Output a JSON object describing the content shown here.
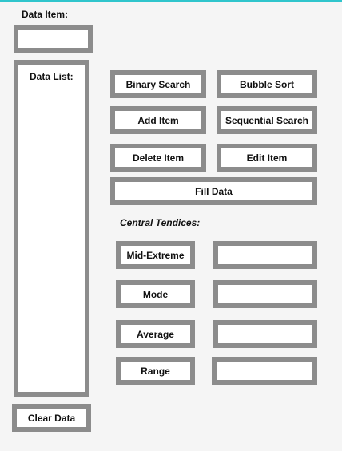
{
  "labels": {
    "data_item": "Data Item:",
    "data_list": "Data List:",
    "central_tendencies": "Central Tendices:"
  },
  "inputs": {
    "data_item_value": "",
    "mid_extreme_value": "",
    "mode_value": "",
    "average_value": "",
    "range_value": ""
  },
  "buttons": {
    "binary_search": "Binary Search",
    "bubble_sort": "Bubble Sort",
    "add_item": "Add Item",
    "sequential_search": "Sequential Search",
    "delete_item": "Delete Item",
    "edit_item": "Edit Item",
    "fill_data": "Fill Data",
    "mid_extreme": "Mid-Extreme",
    "mode": "Mode",
    "average": "Average",
    "range": "Range",
    "clear_data": "Clear Data"
  },
  "colors": {
    "accent": "#2fc5cc",
    "border": "#8c8c8c",
    "background": "#f5f5f5"
  }
}
